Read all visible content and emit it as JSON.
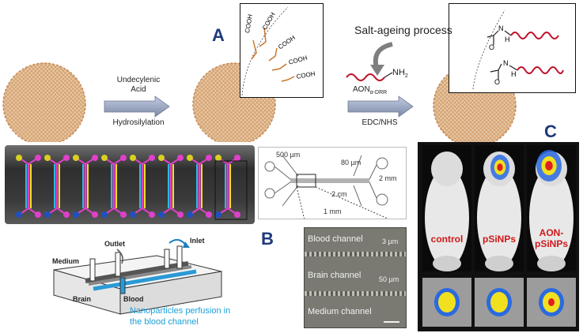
{
  "panels": {
    "a": "A",
    "b": "B",
    "c": "C"
  },
  "reaction": {
    "step1_top": "Undecylenic",
    "step1_top2": "Acid",
    "step1_bottom": "Hydrosilylation",
    "salt_ageing": "Salt-ageing process",
    "aon_nh2": "NH",
    "aon_nh2_sub": "2",
    "aon_label": "AON",
    "aon_label_sub": "α-DRR",
    "step2_bottom": "EDC/NHS",
    "cooh": [
      "COOH",
      "COOH",
      "COOH",
      "COOH",
      "COOH"
    ],
    "amide_o": [
      "O",
      "O"
    ],
    "amide_n": [
      "N",
      "N"
    ],
    "amide_h": [
      "H",
      "H"
    ]
  },
  "chip": {
    "dims": [
      "500 µm",
      "80 µm",
      "2 mm",
      "2 cm",
      "1 mm"
    ],
    "schematic": {
      "medium": "Medium",
      "outlet": "Outlet",
      "inlet": "Inlet",
      "brain": "Brain",
      "blood": "Blood",
      "caption_line1": "Nanoparticles perfusion in",
      "caption_line2": "the blood channel"
    },
    "channels": {
      "blood": "Blood channel",
      "blood_um": "3 µm",
      "brain": "Brain channel",
      "brain_um": "50 µm",
      "medium": "Medium channel"
    }
  },
  "imaging": {
    "labels": [
      "control",
      "pSiNPs",
      "AON-\npSiNPs"
    ],
    "label_lines": [
      [
        "control"
      ],
      [
        "pSiNPs"
      ],
      [
        "AON-",
        "pSiNPs"
      ]
    ]
  },
  "colors": {
    "panel_letter": "#1f3a7a",
    "arrow_fill": "#9aa8c0",
    "particle": "#d9a574",
    "mouse_label": "#d01818",
    "caption_blue": "#1aa0d8",
    "aon_red": "#c0102a"
  }
}
